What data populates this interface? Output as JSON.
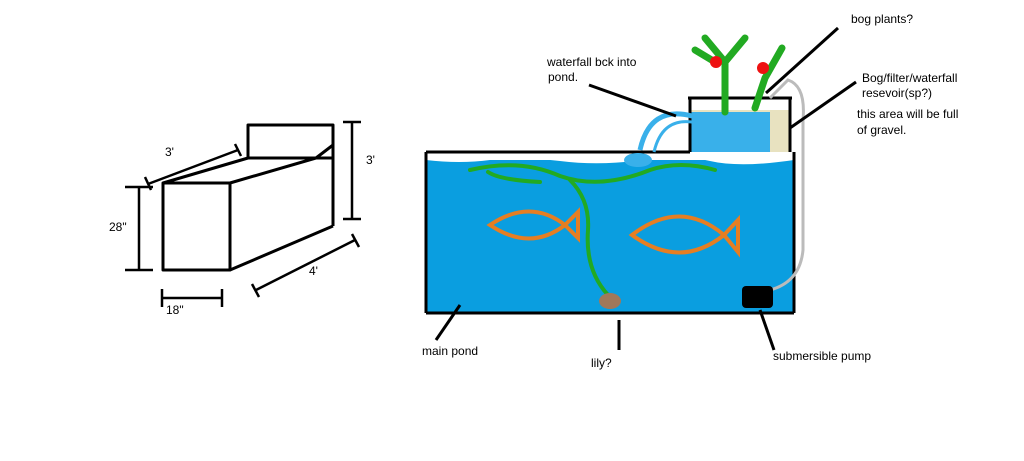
{
  "left_box": {
    "dim_top": "3'",
    "dim_right": "3'",
    "dim_left": "28\"",
    "dim_bottom_left": "18\"",
    "dim_bottom_right": "4'"
  },
  "labels": {
    "waterfall_line1": "waterfall bck into",
    "waterfall_line2": "pond.",
    "bog_plants": "bog plants?",
    "reservoir_line1": "Bog/filter/waterfall",
    "reservoir_line2": "resevoir(sp?)",
    "gravel_line1": "this area will be full",
    "gravel_line2": "of gravel.",
    "main_pond": "main pond",
    "lily": "lily?",
    "pump": "submersible pump"
  },
  "colors": {
    "water": "#0a9ee0",
    "fish": "#e67e22",
    "plant": "#22aa22",
    "flower": "#ee1111",
    "lily": "#a0785a",
    "hose": "#bbbbbb",
    "waterfall": "#39b0ea",
    "gravel": "#e8e2c0"
  }
}
